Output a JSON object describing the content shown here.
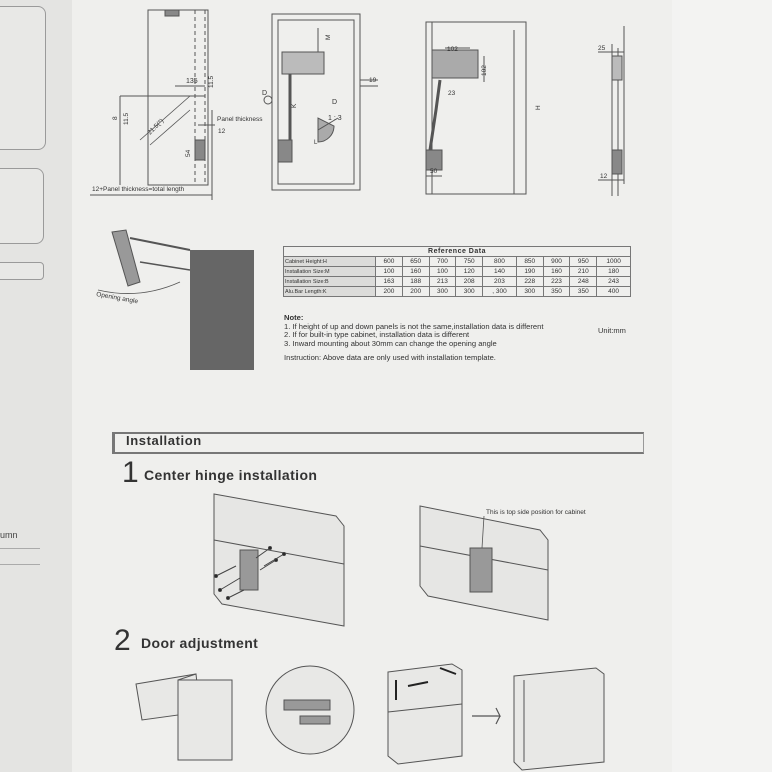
{
  "reference": {
    "caption": "Reference Data",
    "rows": [
      {
        "label": "Cabinet Height:H",
        "values": [
          "600",
          "650",
          "700",
          "750",
          "800",
          "850",
          "900",
          "950",
          "1000"
        ]
      },
      {
        "label": "Installation Size:M",
        "values": [
          "100",
          "160",
          "100",
          "120",
          "140",
          "190",
          "160",
          "210",
          "180"
        ]
      },
      {
        "label": "Installation Size:B",
        "values": [
          "163",
          "188",
          "213",
          "208",
          "203",
          "228",
          "223",
          "248",
          "243"
        ]
      },
      {
        "label": "Alu.Bar Length:K",
        "values": [
          "200",
          "200",
          "300",
          "300",
          ", 300",
          "300",
          "350",
          "350",
          "400"
        ]
      }
    ]
  },
  "note": {
    "title": "Note:",
    "line1": "1. If height of up and down panels is not the same,installation data is different",
    "line2": "2. If for built-in type cabinet, installation data is different",
    "line3": "3. Inward mounting about 30mm can change the opening angle",
    "unit": "Unit:mm"
  },
  "instruction": "Instruction: Above data are only used with installation template.",
  "installation": {
    "title": "Installation",
    "step1": {
      "num": "1",
      "title": "Center hinge installation",
      "callout": "This is top side position for cabinet"
    },
    "step2": {
      "num": "2",
      "title": "Door adjustment"
    }
  },
  "drawing": {
    "lbl_135": "135",
    "lbl_115": "11.5",
    "lbl_8": "8",
    "lbl_115b": "11.5",
    "lbl_angle": "21.5(°)",
    "lbl_panel": "Panel thickness",
    "lbl_12": "12",
    "lbl_54": "54",
    "lbl_total": "12+Panel thickness=total length",
    "lbl_D": "D",
    "lbl_M": "M",
    "lbl_19": "19",
    "lbl_K": "K",
    "lbl_D2": "D",
    "lbl_scale": "1 : 3",
    "lbl_L": "L",
    "lbl_102": "102",
    "lbl_102b": "102",
    "lbl_23": "23",
    "lbl_50": "50",
    "lbl_H": "H",
    "lbl_25": "25",
    "lbl_12b": "12",
    "lbl_opening": "Opening angle",
    "left_fragment": "umn"
  }
}
